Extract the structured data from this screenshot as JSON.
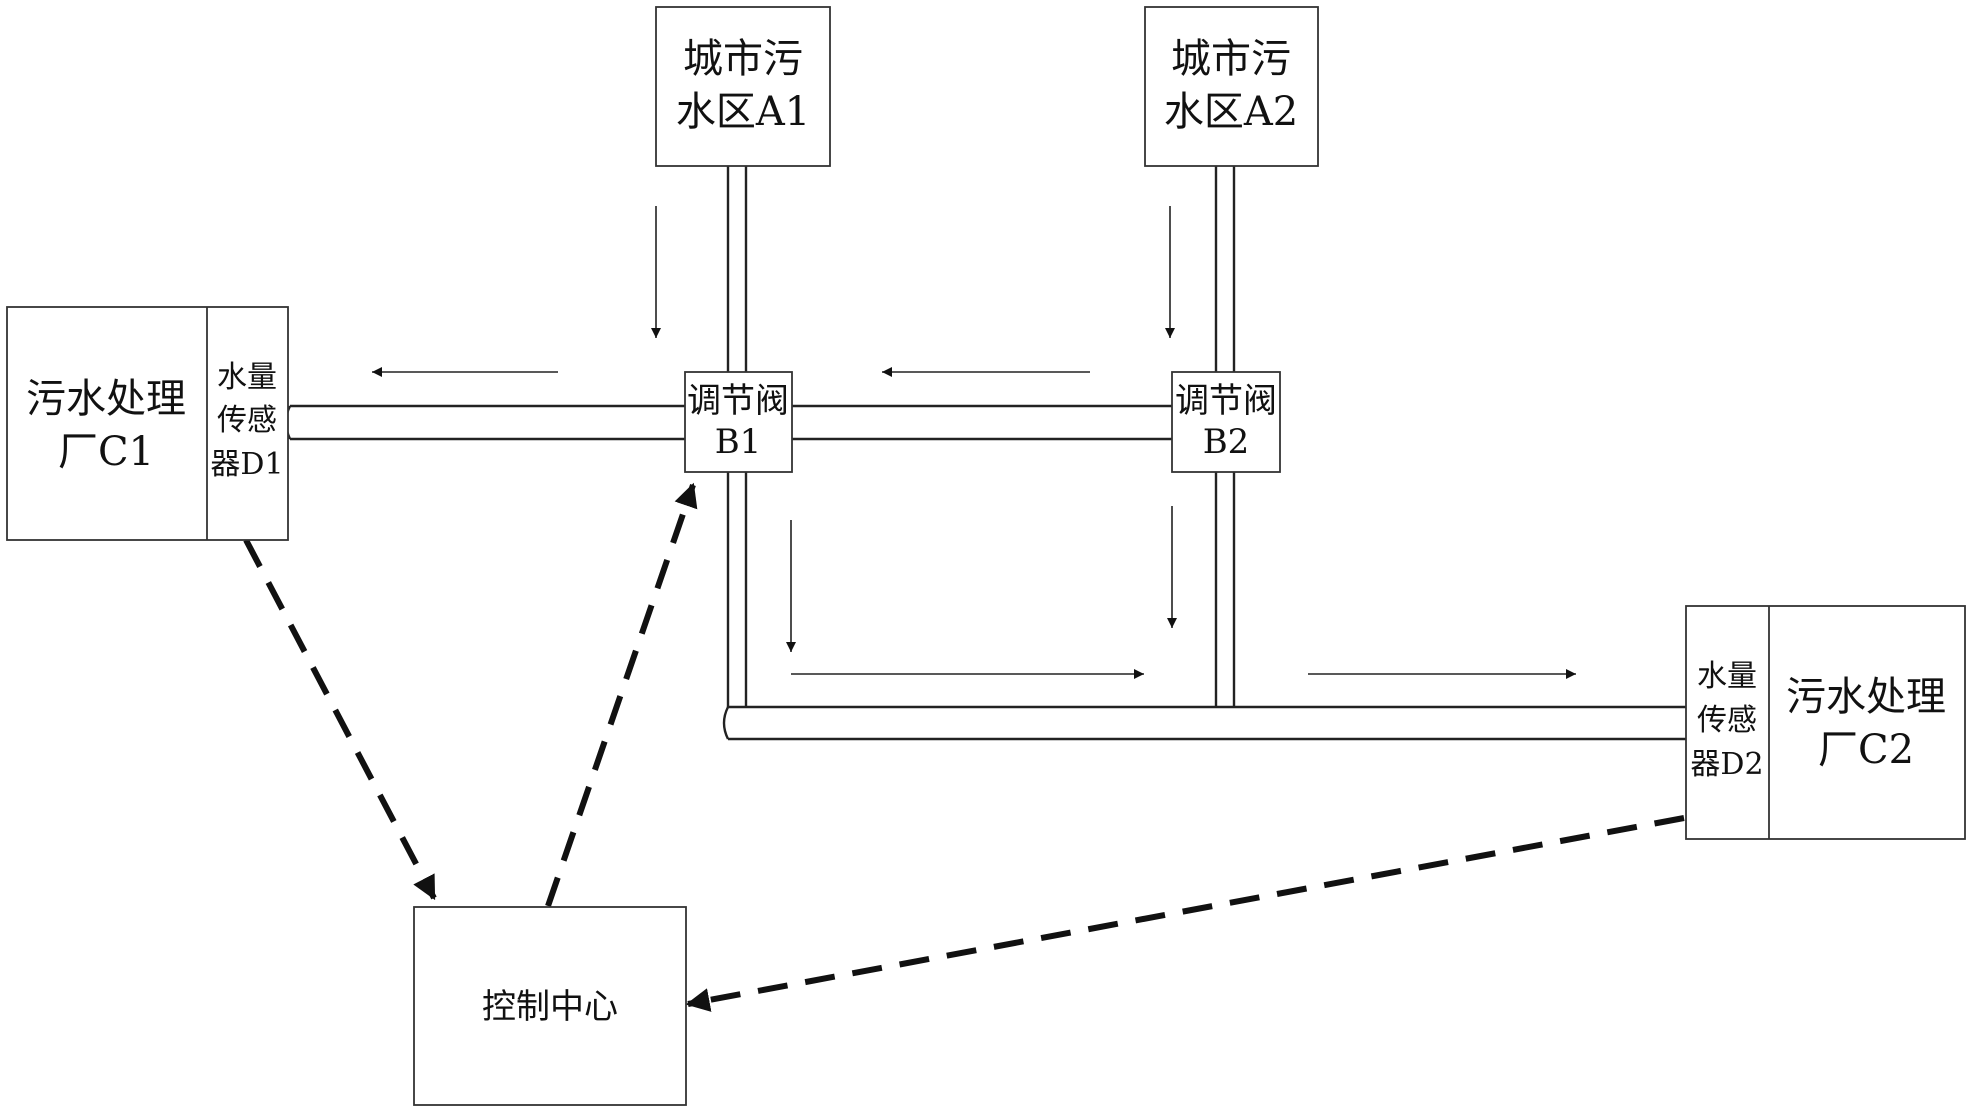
{
  "areas": {
    "a1": [
      "城市污",
      "水区A1"
    ],
    "a2": [
      "城市污",
      "水区A2"
    ]
  },
  "valves": {
    "b1": [
      "调节阀",
      "B1"
    ],
    "b2": [
      "调节阀",
      "B2"
    ]
  },
  "plants": {
    "c1": [
      "污水处理",
      "厂C1"
    ],
    "c2": [
      "污水处理",
      "厂C2"
    ]
  },
  "sensors": {
    "d1": [
      "水量",
      "传感",
      "器D1"
    ],
    "d2": [
      "水量",
      "传感",
      "器D2"
    ]
  },
  "control_center": "控制中心",
  "colors": {
    "line": "#222222",
    "background": "#ffffff"
  }
}
